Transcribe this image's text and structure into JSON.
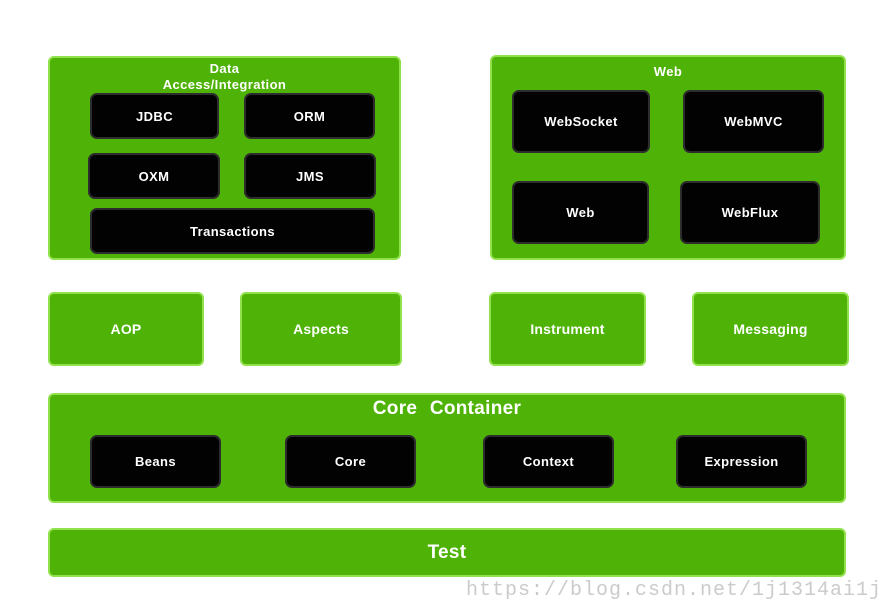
{
  "colors": {
    "panel_green": "#4eb306",
    "panel_border_green": "#90e14b",
    "module_black": "#020202",
    "text_white": "#ffffff",
    "watermark_gray": "#cbcbcb"
  },
  "sections": {
    "data_access": {
      "title_line1": "Data",
      "title_line2": "Access/Integration",
      "modules": [
        "JDBC",
        "ORM",
        "OXM",
        "JMS",
        "Transactions"
      ]
    },
    "web": {
      "title": "Web",
      "modules": [
        "WebSocket",
        "WebMVC",
        "Web",
        "WebFlux"
      ]
    },
    "middle_row": {
      "modules": [
        "AOP",
        "Aspects",
        "Instrument",
        "Messaging"
      ]
    },
    "core_container": {
      "title": "Core Container",
      "modules": [
        "Beans",
        "Core",
        "Context",
        "Expression"
      ]
    },
    "test": {
      "title": "Test"
    }
  },
  "watermark": "https://blog.csdn.net/1j1314ai1j"
}
